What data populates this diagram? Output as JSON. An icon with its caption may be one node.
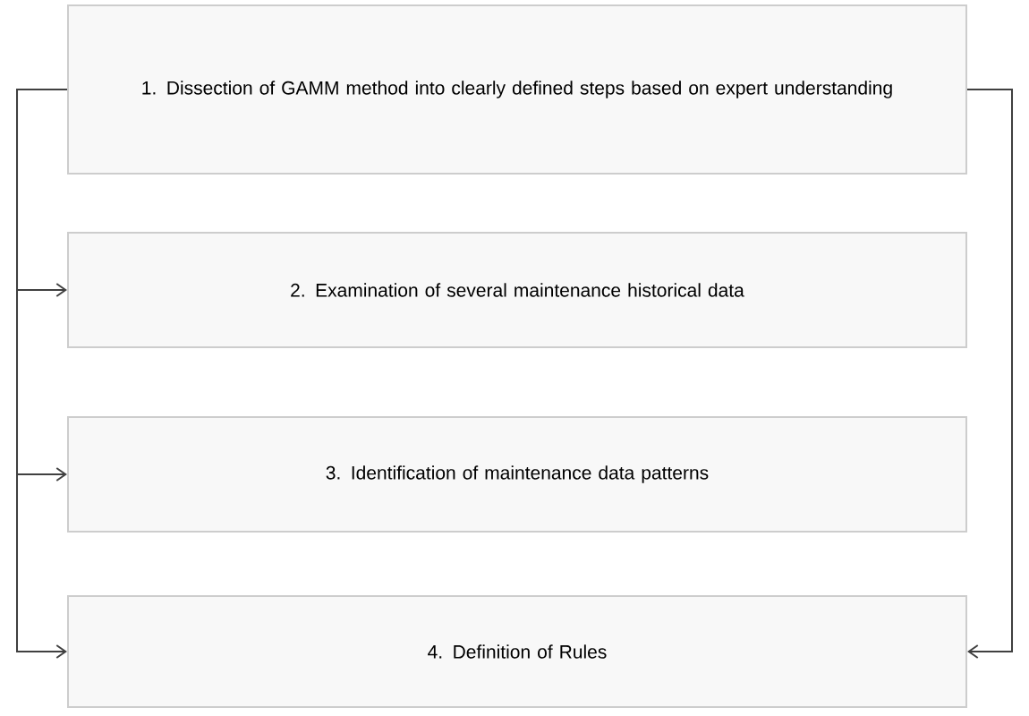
{
  "diagram": {
    "nodes": [
      {
        "text": [
          "1. Dissection of GAMM method into clearly defined steps based on expert understanding"
        ]
      },
      {
        "text": [
          "2. Examination of several maintenance historical data"
        ]
      },
      {
        "text": [
          "3. Identification of maintenance data patterns"
        ]
      },
      {
        "text": [
          "4. Definition of Rules"
        ]
      }
    ],
    "edges": [
      {
        "from": 0,
        "to": 1,
        "arrow": "to"
      },
      {
        "from": 0,
        "to": 2,
        "arrow": "to"
      },
      {
        "from": 0,
        "to": 3,
        "arrow": "to"
      },
      {
        "from": 0,
        "to": 3,
        "arrow": "to"
      }
    ]
  }
}
